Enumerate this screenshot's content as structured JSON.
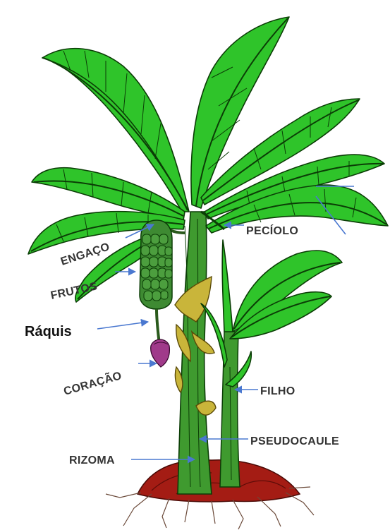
{
  "diagram": {
    "labels": {
      "engaco": "ENGAÇO",
      "frutos": "FRUTOS",
      "raquis": "Ráquis",
      "coracao": "CORAÇÃO",
      "peciolo": "PECÍOLO",
      "filho": "FILHO",
      "pseudocaule": "PSEUDOCAULE",
      "rizoma": "RIZOMA"
    },
    "colors": {
      "leaf": "#2fc42a",
      "leaf_dark": "#0b3d06",
      "stem": "#3f9a2f",
      "sheath": "#c9b53a",
      "fruit": "#3e8a32",
      "heart": "#a03a8a",
      "root": "#a41c14",
      "arrow": "#4a78d0"
    }
  }
}
